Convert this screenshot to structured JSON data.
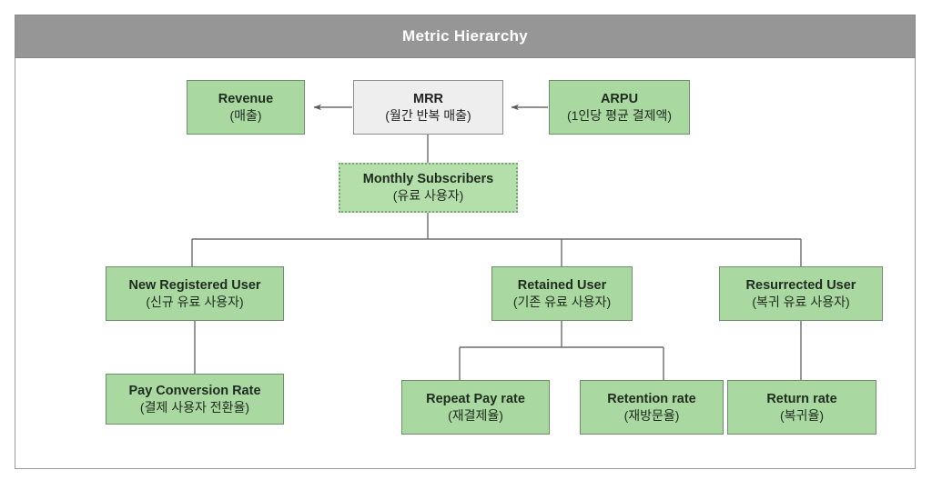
{
  "header": {
    "title": "Metric Hierarchy"
  },
  "diagram": {
    "type": "hierarchy-flowchart",
    "colors": {
      "header_bg": "#969696",
      "header_text": "#ffffff",
      "node_green_fill": "#a9d8a1",
      "node_green_border": "#6f8f6c",
      "node_grey_fill": "#eeeeee",
      "node_grey_border": "#8d8d8d",
      "dashed_node_fill": "#b4dfab",
      "dashed_node_border": "#7aa673",
      "connector": "#6b6b6b",
      "frame_border": "#9a9a9a"
    },
    "nodes": [
      {
        "id": "revenue",
        "title": "Revenue",
        "subtitle": "(매출)",
        "style": "green"
      },
      {
        "id": "mrr",
        "title": "MRR",
        "subtitle": "(월간 반복 매출)",
        "style": "grey"
      },
      {
        "id": "arpu",
        "title": "ARPU",
        "subtitle": "(1인당 평균 결제액)",
        "style": "green"
      },
      {
        "id": "monthly_subscribers",
        "title": "Monthly Subscribers",
        "subtitle": "(유료 사용자)",
        "style": "dashed"
      },
      {
        "id": "new_registered_user",
        "title": "New Registered User",
        "subtitle": "(신규 유료 사용자)",
        "style": "green"
      },
      {
        "id": "retained_user",
        "title": "Retained User",
        "subtitle": "(기존 유료 사용자)",
        "style": "green"
      },
      {
        "id": "resurrected_user",
        "title": "Resurrected User",
        "subtitle": "(복귀 유료 사용자)",
        "style": "green"
      },
      {
        "id": "pay_conversion_rate",
        "title": "Pay Conversion Rate",
        "subtitle": "(결제 사용자 전환율)",
        "style": "green"
      },
      {
        "id": "repeat_pay_rate",
        "title": "Repeat Pay rate",
        "subtitle": "(재결제율)",
        "style": "green"
      },
      {
        "id": "retention_rate",
        "title": "Retention rate",
        "subtitle": "(재방문율)",
        "style": "green"
      },
      {
        "id": "return_rate",
        "title": "Return rate",
        "subtitle": "(복귀율)",
        "style": "green"
      }
    ],
    "edges": [
      {
        "from": "mrr",
        "to": "revenue",
        "arrow": true
      },
      {
        "from": "arpu",
        "to": "mrr",
        "arrow": true
      },
      {
        "from": "mrr",
        "to": "monthly_subscribers",
        "arrow": false
      },
      {
        "from": "monthly_subscribers",
        "to": "new_registered_user",
        "arrow": false
      },
      {
        "from": "monthly_subscribers",
        "to": "retained_user",
        "arrow": false
      },
      {
        "from": "monthly_subscribers",
        "to": "resurrected_user",
        "arrow": false
      },
      {
        "from": "new_registered_user",
        "to": "pay_conversion_rate",
        "arrow": false
      },
      {
        "from": "retained_user",
        "to": "repeat_pay_rate",
        "arrow": false
      },
      {
        "from": "retained_user",
        "to": "retention_rate",
        "arrow": false
      },
      {
        "from": "resurrected_user",
        "to": "return_rate",
        "arrow": false
      }
    ]
  }
}
